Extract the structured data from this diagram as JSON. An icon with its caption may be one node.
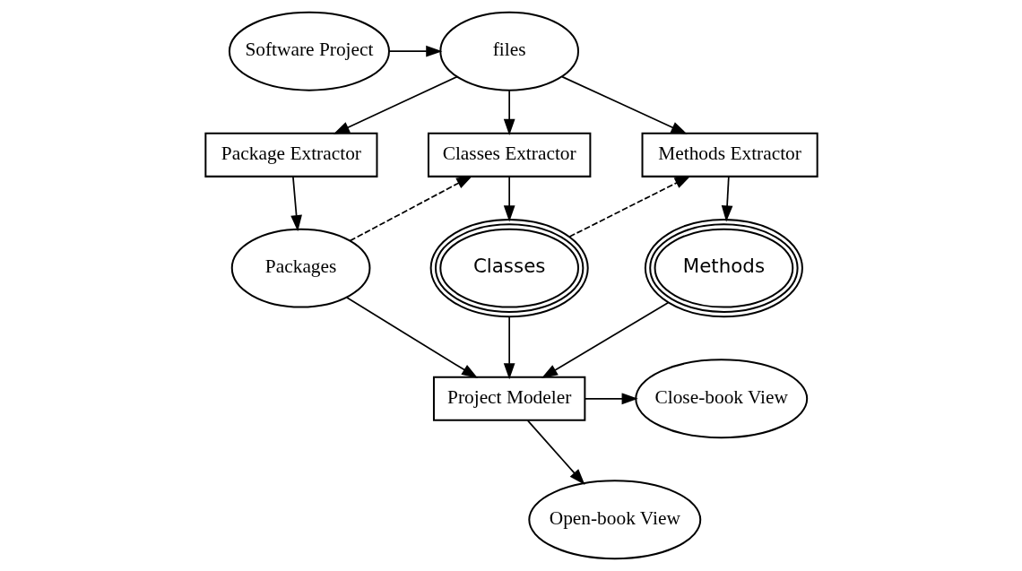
{
  "diagram": {
    "nodes": [
      {
        "text": [
          "Software Project"
        ]
      },
      {
        "text": [
          "files"
        ]
      },
      {
        "text": [
          "Package Extractor"
        ]
      },
      {
        "text": [
          "Classes Extractor"
        ]
      },
      {
        "text": [
          "Methods Extractor"
        ]
      },
      {
        "text": [
          "Packages"
        ]
      },
      {
        "text": [
          "Classes"
        ]
      },
      {
        "text": [
          "Methods"
        ]
      },
      {
        "text": [
          "Project Modeler"
        ]
      },
      {
        "text": [
          "Close-book View"
        ]
      },
      {
        "text": [
          "Open-book View"
        ]
      }
    ],
    "edges": [
      {
        "from": 0,
        "to": 1,
        "arrow": "to"
      },
      {
        "from": 1,
        "to": 2,
        "arrow": "to"
      },
      {
        "from": 1,
        "to": 3,
        "arrow": "to"
      },
      {
        "from": 1,
        "to": 4,
        "arrow": "to"
      },
      {
        "from": 2,
        "to": 5,
        "arrow": "to"
      },
      {
        "from": 3,
        "to": 6,
        "arrow": "to"
      },
      {
        "from": 4,
        "to": 7,
        "arrow": "to"
      },
      {
        "from": 5,
        "to": 3,
        "arrow": "to",
        "style": "dashed"
      },
      {
        "from": 6,
        "to": 4,
        "arrow": "to",
        "style": "dashed"
      },
      {
        "from": 5,
        "to": 8,
        "arrow": "to"
      },
      {
        "from": 6,
        "to": 8,
        "arrow": "to"
      },
      {
        "from": 7,
        "to": 8,
        "arrow": "to"
      },
      {
        "from": 8,
        "to": 9,
        "arrow": "to"
      },
      {
        "from": 8,
        "to": 10,
        "arrow": "to"
      }
    ]
  }
}
